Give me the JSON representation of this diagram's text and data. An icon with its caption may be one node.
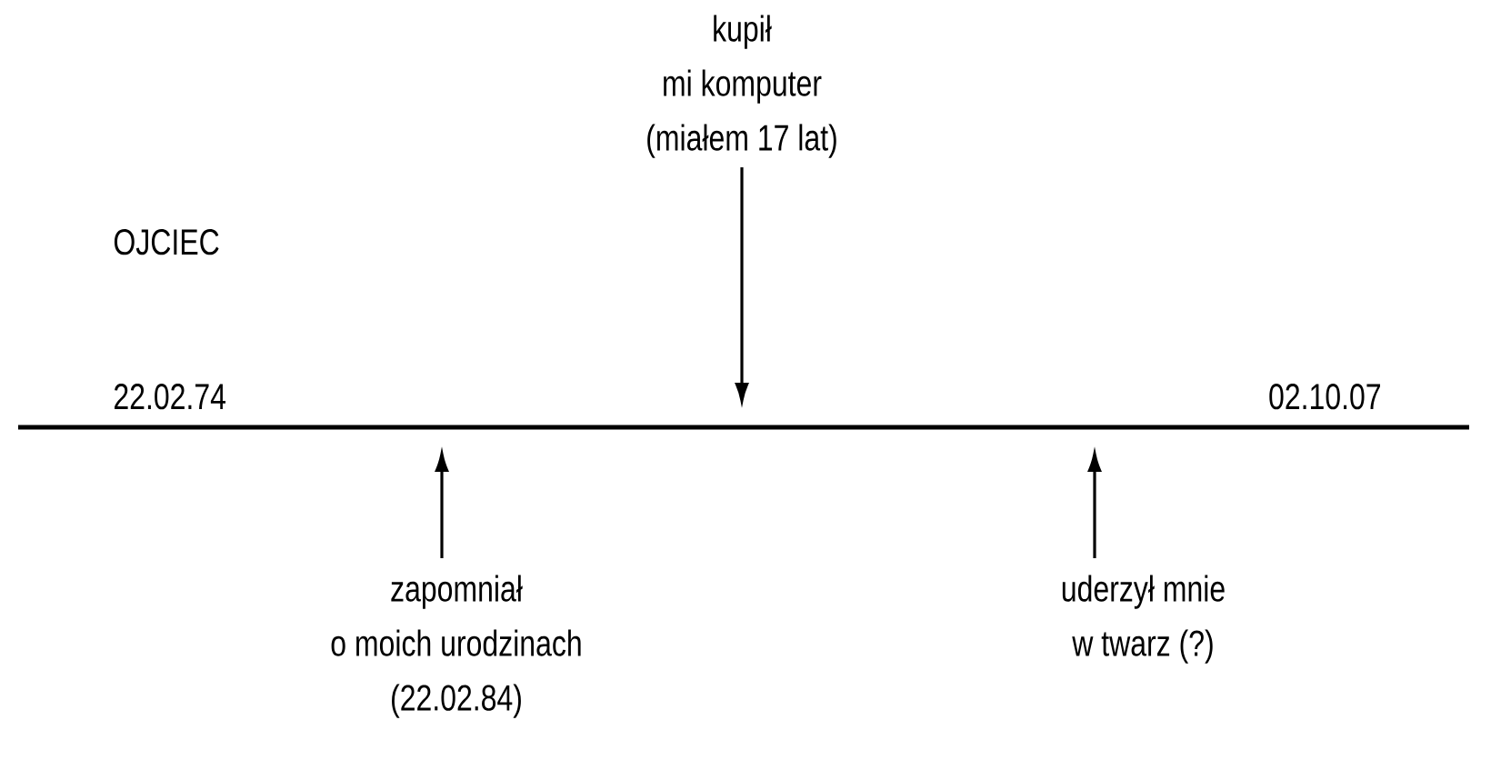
{
  "diagram": {
    "nodes": [
      {
        "text": [],
        "shape": "bar"
      },
      {
        "text": [
          "kupił mi komputer (miałem 17 lat)"
        ]
      },
      {
        "text": [
          "zapomniał o moich urodzinach (22.02.84)"
        ]
      },
      {
        "text": [
          "uderzył mnie w twarz (?)"
        ]
      }
    ],
    "edges": [
      {
        "from": 1,
        "to": 0,
        "arrow": "to"
      },
      {
        "from": 2,
        "to": 0,
        "arrow": "to"
      },
      {
        "from": 3,
        "to": 0,
        "arrow": "to"
      }
    ],
    "labels": [
      "OJCIEC",
      "22.02.74",
      "02.10.07"
    ]
  }
}
